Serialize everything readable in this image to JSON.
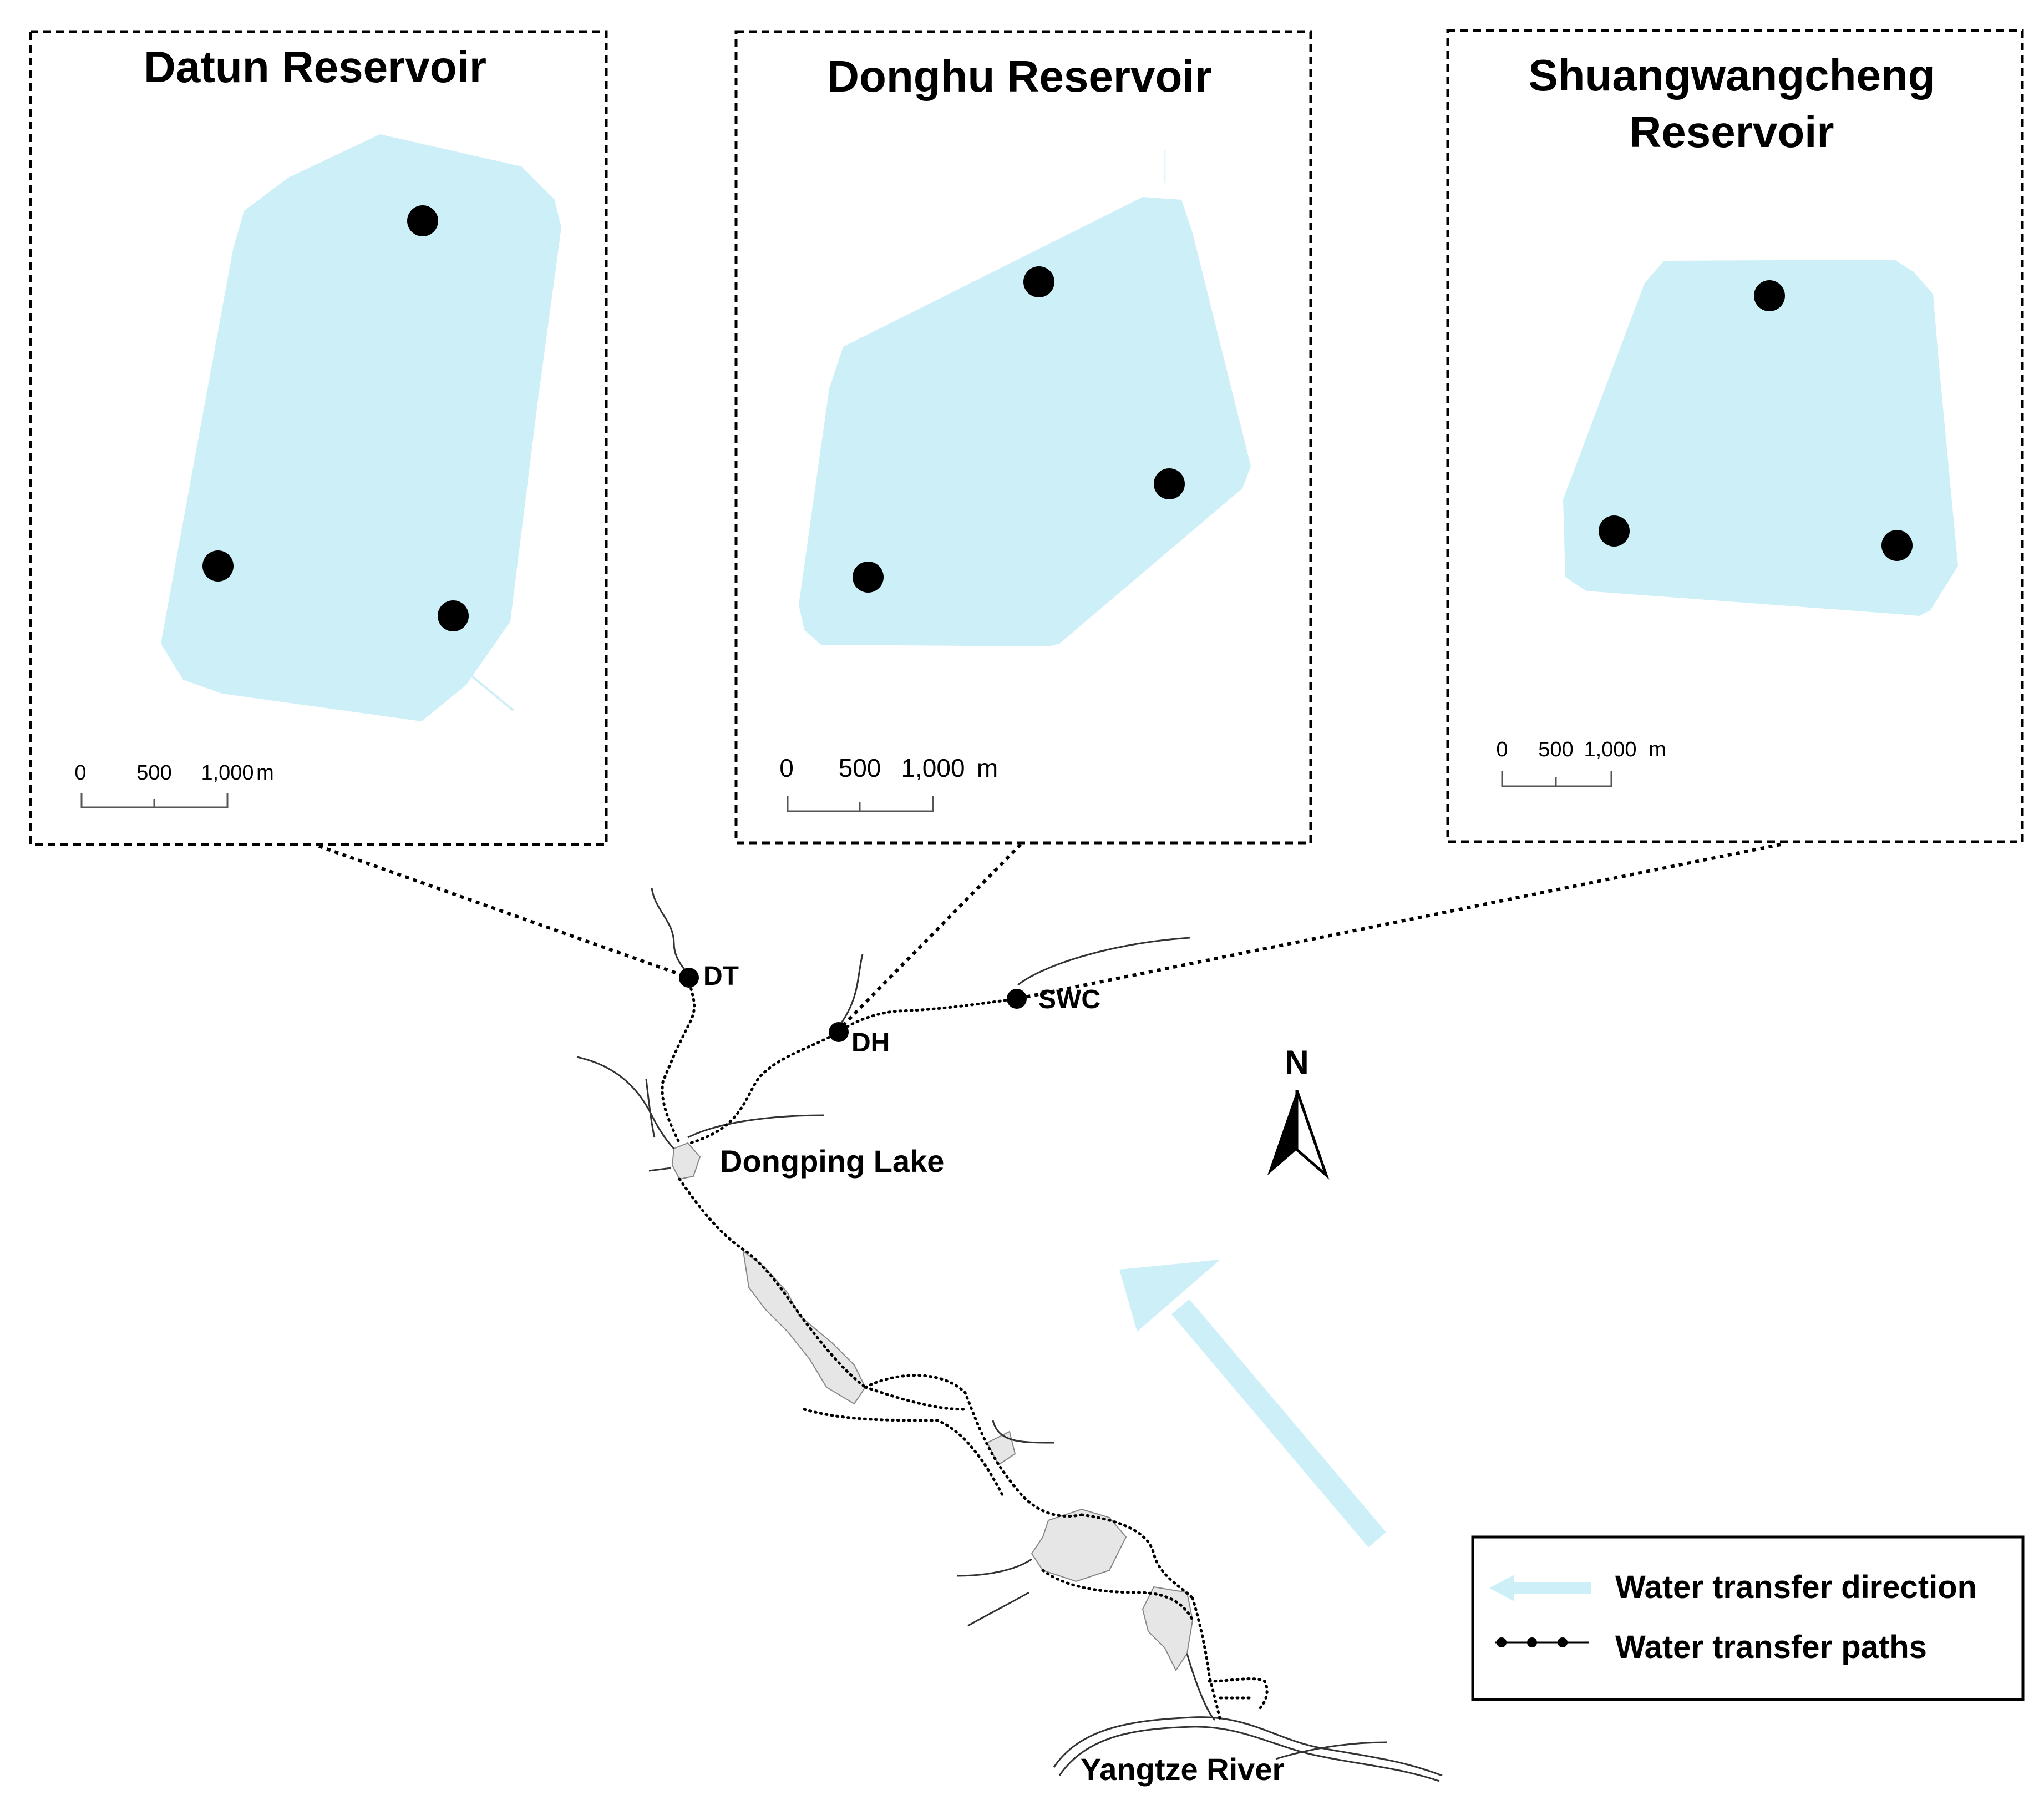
{
  "panels": {
    "datun": {
      "title": "Datun Reservoir",
      "scale": [
        "0",
        "500",
        "1,000",
        "m"
      ]
    },
    "donghu": {
      "title": "Donghu Reservoir",
      "scale": [
        "0",
        "500",
        "1,000",
        "m"
      ]
    },
    "shuangwangcheng": {
      "title_line1": "Shuangwangcheng",
      "title_line2": "Reservoir",
      "scale": [
        "0",
        "500",
        "1,000",
        "m"
      ]
    }
  },
  "map_labels": {
    "dt": "DT",
    "dh": "DH",
    "swc": "SWC",
    "dongping_lake": "Dongping Lake",
    "yangtze_river": "Yangtze River",
    "north": "N"
  },
  "legend": {
    "direction_label": "Water transfer direction",
    "paths_label": "Water transfer paths"
  },
  "colors": {
    "reservoir_fill": "#cdeff8",
    "arrow": "#cdeff8",
    "lake_fill": "#e6e6e6",
    "line": "#000000"
  },
  "icons": {
    "north_arrow": "north-arrow-icon",
    "sampling_point": "sampling-point-icon"
  }
}
